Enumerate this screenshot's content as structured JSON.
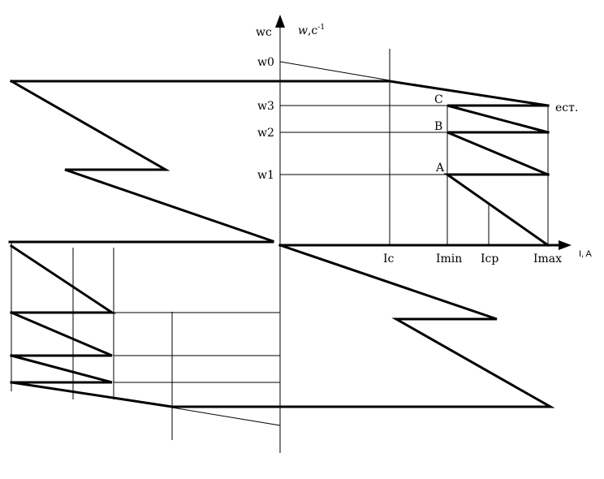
{
  "axis_labels": {
    "y_left": "wc",
    "y_right_symbol": "w",
    "y_right_unit": ",c",
    "y_right_exp": "-1",
    "x": "I, A"
  },
  "y_ticks": [
    "w0",
    "w3",
    "w2",
    "w1"
  ],
  "x_ticks": [
    "Ic",
    "Imin",
    "Icp",
    "Imax"
  ],
  "point_labels": [
    "C",
    "B",
    "A"
  ],
  "curve_label": "ест."
}
